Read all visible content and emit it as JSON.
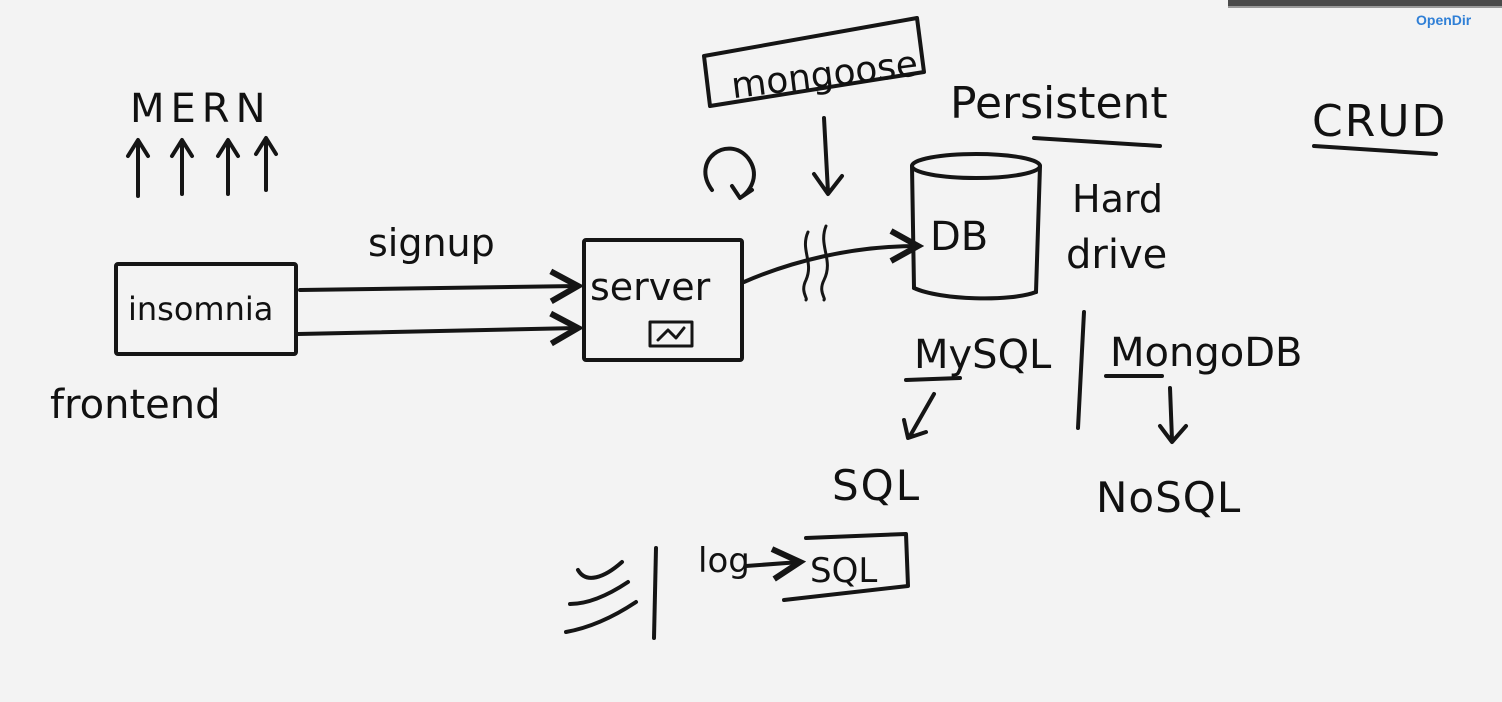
{
  "overlay": {
    "corner_label": "OpenDir"
  },
  "diagram": {
    "mern": "MERN",
    "crud": "CRUD",
    "mongoose": "mongoose",
    "persistent": "Persistent",
    "hard_drive_line1": "Hard",
    "hard_drive_line2": "drive",
    "frontend_box": "insomnia",
    "frontend_caption": "frontend",
    "request_label": "signup",
    "server_box": "server",
    "db": "DB",
    "mysql": "MySQL",
    "mongodb": "MongoDB",
    "sql": "SQL",
    "nosql": "NoSQL",
    "log": "log",
    "log_target": "SQL"
  },
  "colors": {
    "background": "#f3f3f3",
    "ink": "#151515",
    "link": "#2f7fd6"
  }
}
